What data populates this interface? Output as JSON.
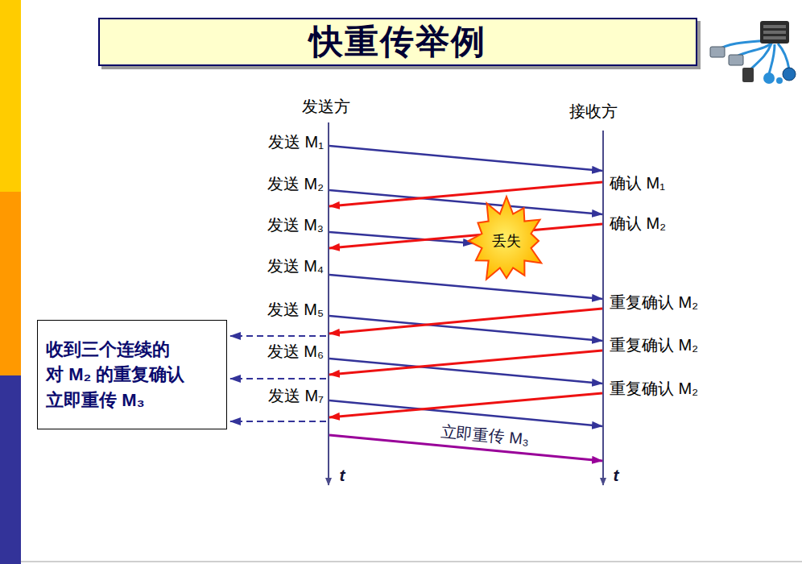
{
  "diagram": {
    "title": "快重传举例",
    "nodes": [
      {
        "text": [
          "丢失"
        ]
      },
      {
        "text": [
          "收到三个连续的 对 M₂ 的重复确认 立即重传 M₃"
        ]
      }
    ],
    "labels": [
      "发送方",
      "接收方",
      "发送 M₁",
      "确认 M₁",
      "发送 M₂",
      "确认 M₂",
      "发送 M₃",
      "发送 M₄",
      "重复确认 M₂",
      "发送 M₅",
      "重复确认 M₂",
      "发送 M₆",
      "重复确认 M₂",
      "发送 M₇",
      "立即重传 M₃",
      "t",
      "t"
    ]
  }
}
